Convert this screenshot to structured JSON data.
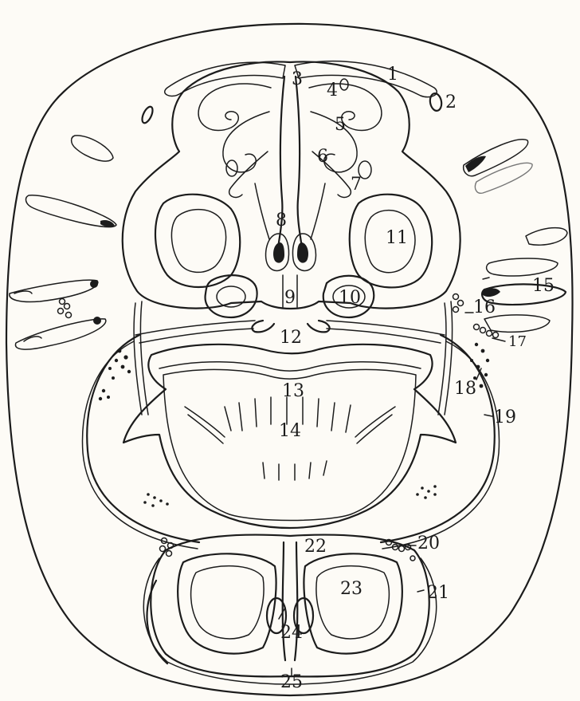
{
  "figure": {
    "labels": [
      "1",
      "2",
      "3",
      "4",
      "5",
      "6",
      "7",
      "8",
      "9",
      "10",
      "11",
      "12",
      "13",
      "14",
      "15",
      "16",
      "17",
      "18",
      "19",
      "20",
      "21",
      "22",
      "23",
      "24",
      "25"
    ]
  }
}
